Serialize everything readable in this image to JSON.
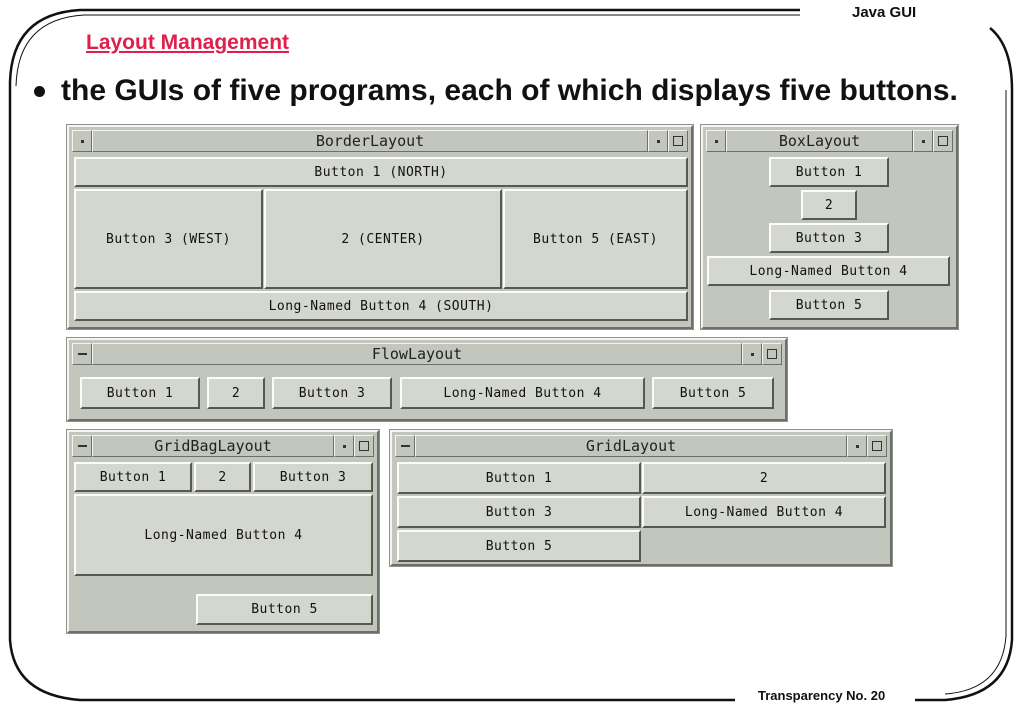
{
  "slide": {
    "title": "Layout Management",
    "header_right": "Java GUI",
    "bullet": "the GUIs of five programs, each of which displays five  buttons.",
    "footer": "Transparency No. 20"
  },
  "windows": {
    "border": {
      "title": "BorderLayout",
      "buttons": {
        "north": "Button 1 (NORTH)",
        "west": "Button 3 (WEST)",
        "center": "2 (CENTER)",
        "east": "Button 5 (EAST)",
        "south": "Long-Named Button 4 (SOUTH)"
      }
    },
    "box": {
      "title": "BoxLayout",
      "buttons": [
        "Button 1",
        "2",
        "Button 3",
        "Long-Named Button 4",
        "Button 5"
      ]
    },
    "flow": {
      "title": "FlowLayout",
      "buttons": [
        "Button 1",
        "2",
        "Button 3",
        "Long-Named Button 4",
        "Button 5"
      ]
    },
    "gridbag": {
      "title": "GridBagLayout",
      "buttons": [
        "Button 1",
        "2",
        "Button 3",
        "Long-Named Button 4",
        "Button 5"
      ]
    },
    "grid": {
      "title": "GridLayout",
      "buttons": [
        "Button 1",
        "2",
        "Button 3",
        "Long-Named Button 4",
        "Button 5"
      ]
    }
  },
  "icons": {
    "window_menu": "window-menu-icon",
    "minimize": "minimize-icon",
    "maximize": "maximize-icon"
  },
  "colors": {
    "title_red": "#e0204a",
    "window_gray": "#c2c6bd"
  }
}
